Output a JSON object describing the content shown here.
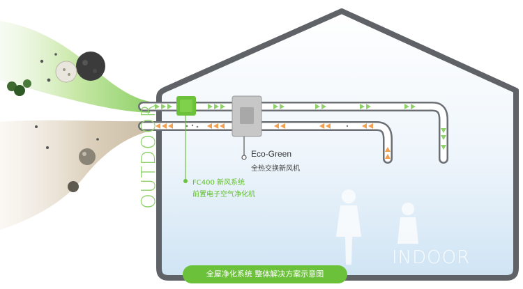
{
  "labels": {
    "outdoor": "OUTDOOR",
    "indoor": "INDOOR",
    "unit_name": "Eco-Green",
    "unit_desc": "全热交换新风机",
    "purifier_name": "FC400 新风系统",
    "purifier_desc": "前置电子空气净化机",
    "caption": "全屋净化系统  整体解决方案示意图"
  },
  "colors": {
    "accent_green": "#6cc13b",
    "supply_arrow": "#8fd16a",
    "exhaust_arrow": "#f0a050",
    "house_outline": "#5f6368",
    "indoor_sky": "#dcecf7",
    "dust_stream": "#d9cdb8"
  },
  "icons": {
    "supply_arrows": "green-triangle-arrow",
    "exhaust_arrows": "orange-triangle-arrow",
    "particles": "pollutant-particle-icon"
  }
}
